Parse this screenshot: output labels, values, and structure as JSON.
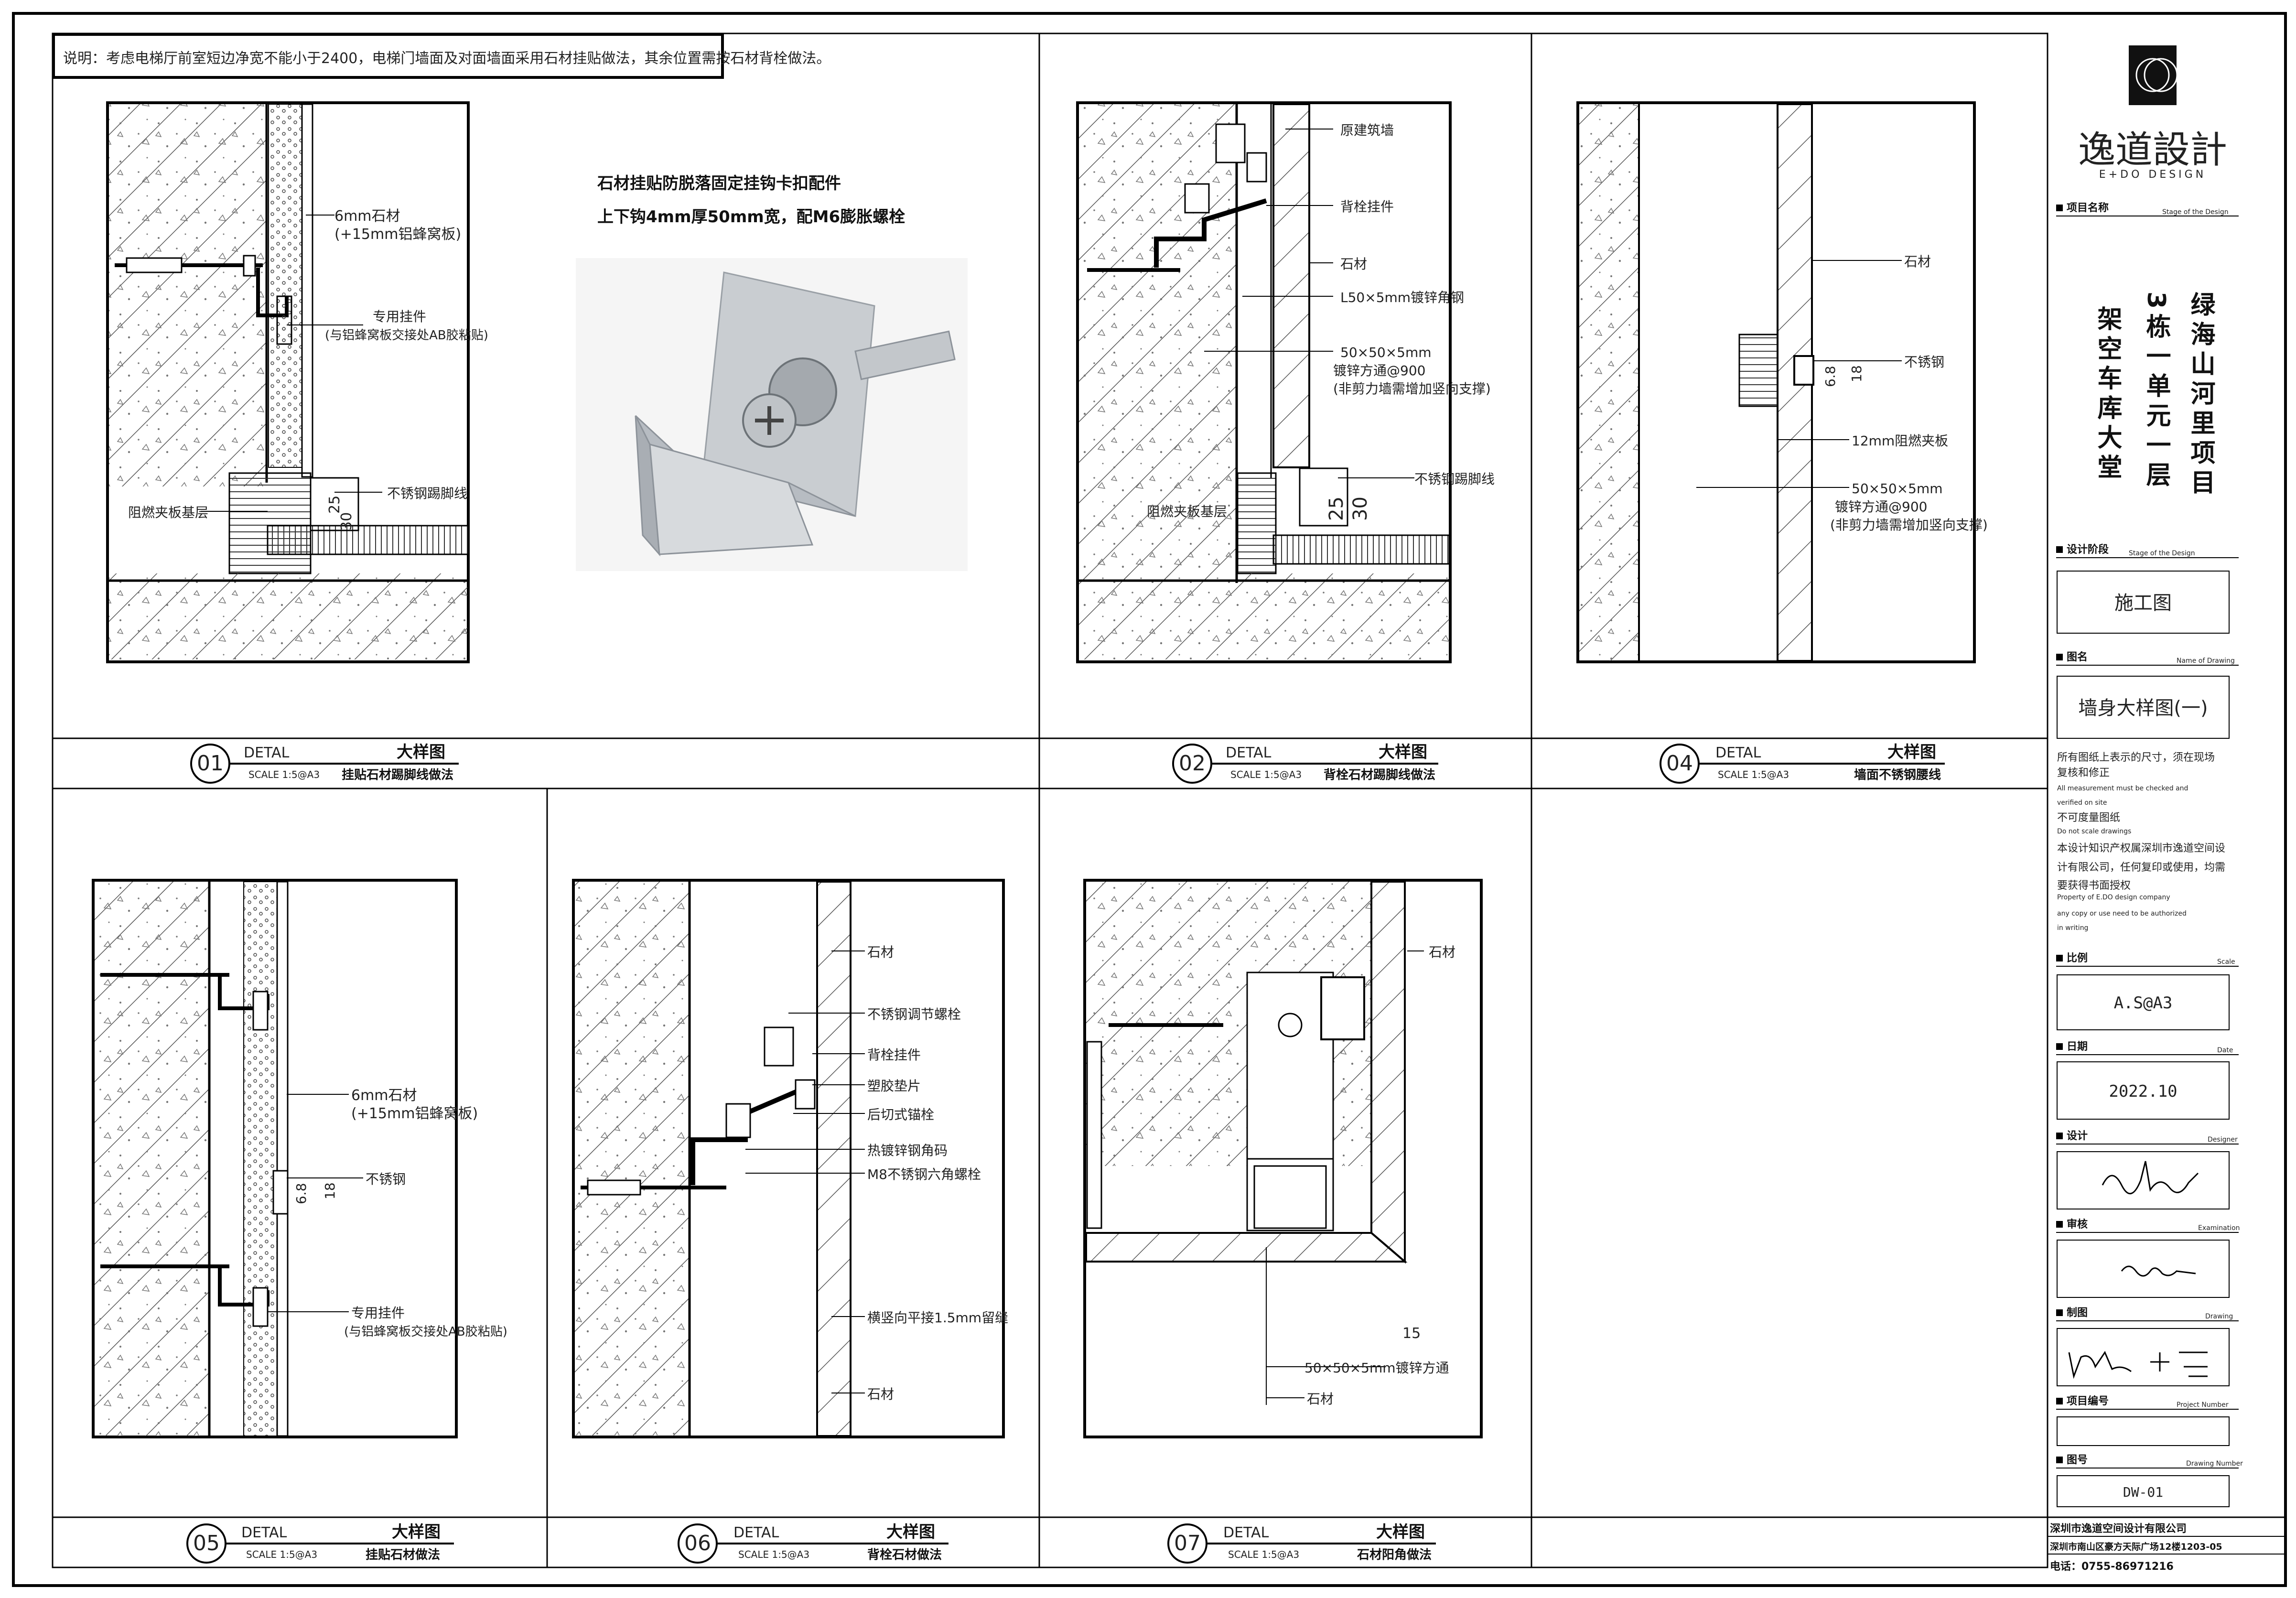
{
  "note": "说明：考虑电梯厅前室短边净宽不能小于2400，电梯门墙面及对面墙面采用石材挂贴做法，其余位置需按石材背栓做法。",
  "photo": {
    "title_line1": "石材挂贴防脱落固定挂钩卡扣配件",
    "title_line2": "上下钩4mm厚50mm宽，配M6膨胀螺栓"
  },
  "details": {
    "d01": {
      "num": "01",
      "detail_word": "DETAL",
      "title": "大样图",
      "scale": "SCALE 1:5@A3",
      "name": "挂贴石材踢脚线做法",
      "labels": {
        "stone": "6mm石材",
        "stone_sub": "(+15mm铝蜂窝板)",
        "hanger": "专用挂件",
        "hanger_sub": "(与铝蜂窝板交接处AB胶粘贴)",
        "kick": "不锈钢踢脚线",
        "base": "阻燃夹板基层",
        "dim1": "25",
        "dim2": "30"
      }
    },
    "d02": {
      "num": "02",
      "detail_word": "DETAL",
      "title": "大样图",
      "scale": "SCALE 1:5@A3",
      "name": "背栓石材踢脚线做法",
      "labels": {
        "wall": "原建筑墙",
        "bolt_hanger": "背栓挂件",
        "stone": "石材",
        "angle": "L50×5mm镀锌角钢",
        "tube": "50×50×5mm",
        "tube_sub": "镀锌方通@900",
        "tube_note": "(非剪力墙需增加竖向支撑)",
        "kick": "不锈钢踢脚线",
        "base": "阻燃夹板基层",
        "dim1": "25",
        "dim2": "30"
      }
    },
    "d04": {
      "num": "04",
      "detail_word": "DETAL",
      "title": "大样图",
      "scale": "SCALE 1:5@A3",
      "name": "墙面不锈钢腰线",
      "labels": {
        "stone": "石材",
        "steel": "不锈钢",
        "board": "12mm阻燃夹板",
        "tube": "50×50×5mm",
        "tube_sub": "镀锌方通@900",
        "tube_note": "(非剪力墙需增加竖向支撑)",
        "dim1": "6.8",
        "dim2": "18"
      }
    },
    "d05": {
      "num": "05",
      "detail_word": "DETAL",
      "title": "大样图",
      "scale": "SCALE 1:5@A3",
      "name": "挂贴石材做法",
      "labels": {
        "stone": "6mm石材",
        "stone_sub": "(+15mm铝蜂窝板)",
        "steel": "不锈钢",
        "hanger": "专用挂件",
        "hanger_sub": "(与铝蜂窝板交接处AB胶粘贴)",
        "dim1": "6.8",
        "dim2": "18"
      }
    },
    "d06": {
      "num": "06",
      "detail_word": "DETAL",
      "title": "大样图",
      "scale": "SCALE 1:5@A3",
      "name": "背栓石材做法",
      "labels": {
        "stone": "石材",
        "adjust": "不锈钢调节螺栓",
        "bolt_hanger": "背栓挂件",
        "pad": "塑胶垫片",
        "anchor": "后切式锚栓",
        "angle": "热镀锌钢角码",
        "bolt": "M8不锈钢六角螺栓",
        "gap": "横竖向平接1.5mm留缝",
        "stone2": "石材"
      }
    },
    "d07": {
      "num": "07",
      "detail_word": "DETAL",
      "title": "大样图",
      "scale": "SCALE 1:5@A3",
      "name": "石材阳角做法",
      "labels": {
        "stone": "石材",
        "tube": "50×50×5mm镀锌方通",
        "stone2": "石材",
        "dim": "15"
      }
    }
  },
  "titleblock": {
    "logo_text": "逸道設計",
    "logo_sub": "E+DO DESIGN",
    "project_label": "项目名称",
    "project_label_en": "Stage of the Design",
    "project_col1": "绿海山河里项目",
    "project_col2": "3栋一单元一层",
    "project_col3": "架空车库大堂",
    "stage_label": "设计阶段",
    "stage_label_en": "Stage of the Design",
    "stage_value": "施工图",
    "drawing_label": "图名",
    "drawing_label_en": "Name of Drawing",
    "drawing_value": "墙身大样图(一)",
    "notes": [
      "所有图纸上表示的尺寸，须在现场",
      "复核和修正",
      "All measurement must be checked and",
      "verified on site",
      "不可度量图纸",
      "Do not scale drawings",
      "本设计知识产权属深圳市逸道空间设",
      "计有限公司，任何复印或使用，均需",
      "要获得书面授权",
      "Property of E.DO design company",
      "any copy or use need to be authorized",
      "in writing"
    ],
    "scale_label": "比例",
    "scale_label_en": "Scale",
    "scale_value": "A.S@A3",
    "date_label": "日期",
    "date_label_en": "Date",
    "date_value": "2022.10",
    "designer_label": "设计",
    "designer_label_en": "Designer",
    "review_label": "审核",
    "review_label_en": "Examination",
    "draw_label": "制图",
    "draw_label_en": "Drawing",
    "projno_label": "项目编号",
    "projno_label_en": "Project Number",
    "projno_value": "",
    "sheet_label": "图号",
    "sheet_label_en": "Drawing Number",
    "sheet_value": "DW-01",
    "company": "深圳市逸道空间设计有限公司",
    "address": "深圳市南山区豪方天际广场12楼1203-05",
    "phone": "电话：0755-86971216"
  }
}
